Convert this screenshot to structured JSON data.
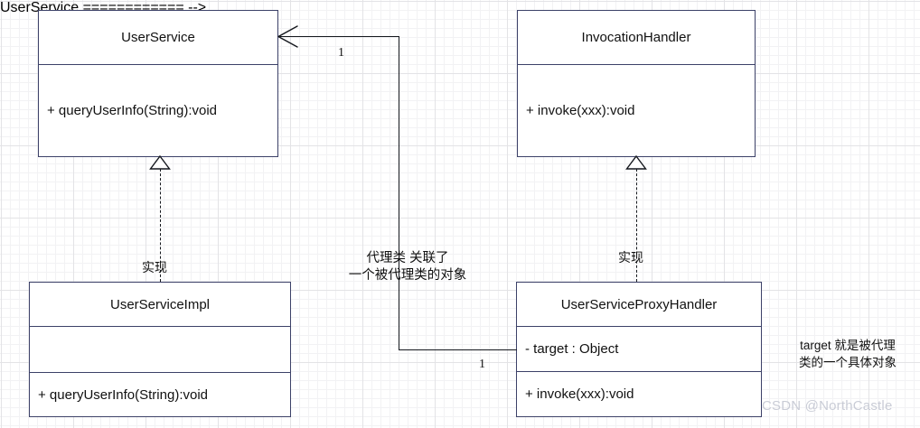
{
  "diagram": {
    "type": "uml-class-diagram",
    "watermark": "CSDN @NorthCastle",
    "colors": {
      "class_border": "#3c4168",
      "connector": "#14171d",
      "grid_major": "#e3e3e6",
      "grid_minor": "#f2f2f4",
      "watermark": "#c9ccd6",
      "text": "#111111"
    },
    "classes": [
      {
        "id": "user-service",
        "name": "UserService",
        "attributes": [],
        "methods": [
          "+ queryUserInfo(String):void"
        ]
      },
      {
        "id": "invocation-handler",
        "name": "InvocationHandler",
        "attributes": [],
        "methods": [
          "+ invoke(xxx):void"
        ]
      },
      {
        "id": "user-service-impl",
        "name": "UserServiceImpl",
        "attributes": [
          ""
        ],
        "methods": [
          "+ queryUserInfo(String):void"
        ]
      },
      {
        "id": "user-service-proxy-handler",
        "name": "UserServiceProxyHandler",
        "attributes": [
          "- target : Object"
        ],
        "methods": [
          "+ invoke(xxx):void"
        ]
      }
    ],
    "relations": [
      {
        "id": "impl-realizes-userservice",
        "kind": "realization",
        "label": "实现",
        "from": "user-service-impl",
        "to": "user-service"
      },
      {
        "id": "proxy-realizes-invocationhandler",
        "kind": "realization",
        "label": "实现",
        "from": "user-service-proxy-handler",
        "to": "invocation-handler"
      },
      {
        "id": "proxy-associates-userservice",
        "kind": "association",
        "from": "user-service-proxy-handler",
        "to": "user-service",
        "source_multiplicity": "1",
        "target_multiplicity": "1",
        "note_line1": "代理类 关联了",
        "note_line2": "一个被代理类的对象"
      }
    ],
    "notes": [
      {
        "id": "target-note",
        "line1": "target 就是被代理",
        "line2": "类的一个具体对象"
      }
    ]
  }
}
